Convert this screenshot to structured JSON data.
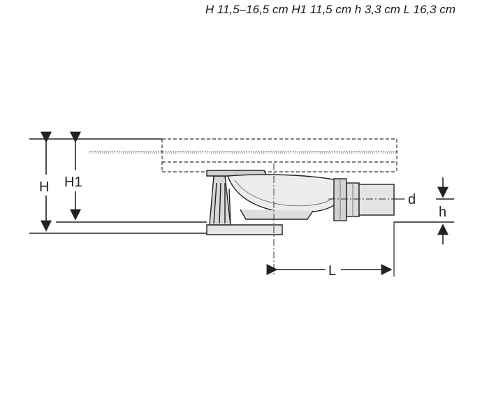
{
  "caption": "H 11,5–16,5 cm  H1 11,5 cm h 3,3 cm L 16,3 cm",
  "labels": {
    "H": "H",
    "H1": "H1",
    "d": "d",
    "h": "h",
    "L": "L"
  }
}
